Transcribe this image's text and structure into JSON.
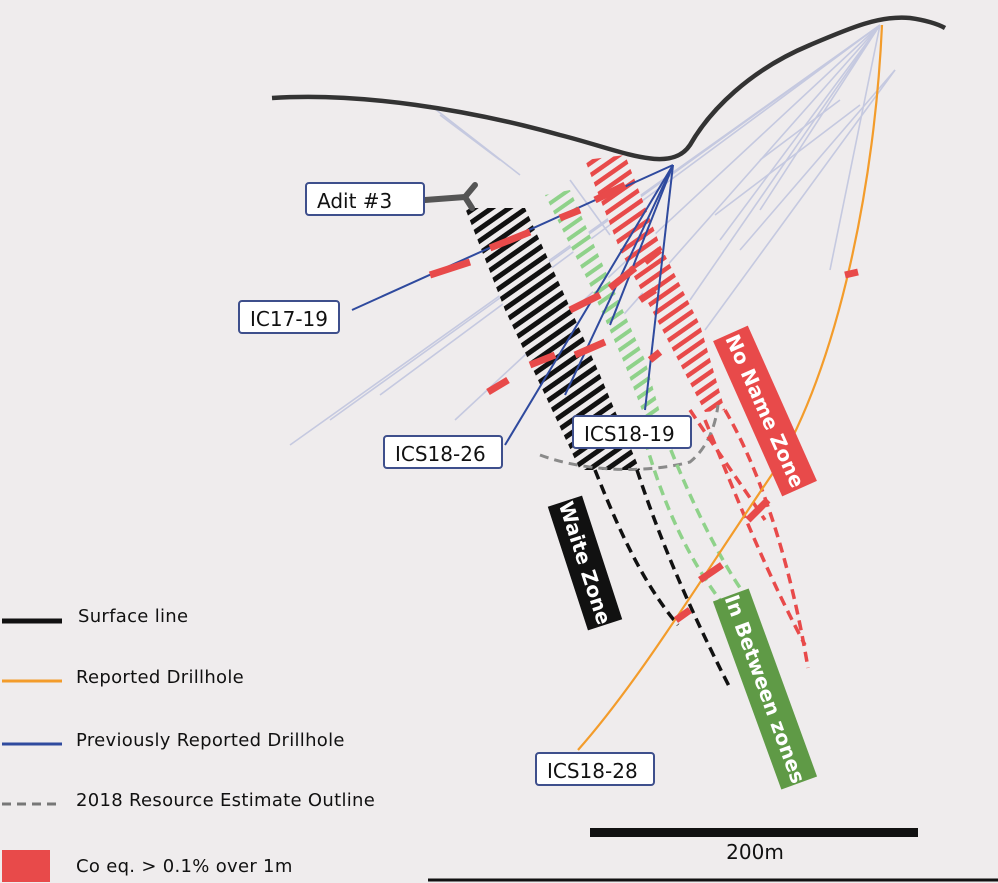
{
  "labels": {
    "adit": "Adit #3",
    "ic17_19": "IC17-19",
    "ics18_26": "ICS18-26",
    "ics18_19": "ICS18-19",
    "ics18_28": "ICS18-28"
  },
  "zones": {
    "no_name": "No Name Zone",
    "waite": "Waite Zone",
    "in_between": "In Between zones"
  },
  "legend": [
    {
      "label": "Surface line",
      "symbol": "solid-line",
      "color": "#111111"
    },
    {
      "label": "Reported Drillhole",
      "symbol": "solid-line",
      "color": "#f39c2b"
    },
    {
      "label": "Previously Reported Drillhole",
      "symbol": "solid-line",
      "color": "#2f4a9e"
    },
    {
      "label": "2018 Resource Estimate Outline",
      "symbol": "dashed-line",
      "color": "#777777"
    },
    {
      "label": "Co eq.  > 0.1% over 1m",
      "symbol": "box",
      "color": "#e84a4a"
    }
  ],
  "scale_bar": {
    "label": "200m"
  },
  "colors": {
    "background": "#efeced",
    "surface": "#333333",
    "reported": "#f39c2b",
    "previous": "#2f4a9e",
    "faint_hole": "#c5c9e0",
    "assay": "#e84a4a",
    "waite": "#111111",
    "no_name": "#e84a4a",
    "in_between": "#5f9a46",
    "in_between_hatch": "#8fd28a",
    "outline": "#8a8a8a",
    "callout_border": "#3e4f8c"
  }
}
